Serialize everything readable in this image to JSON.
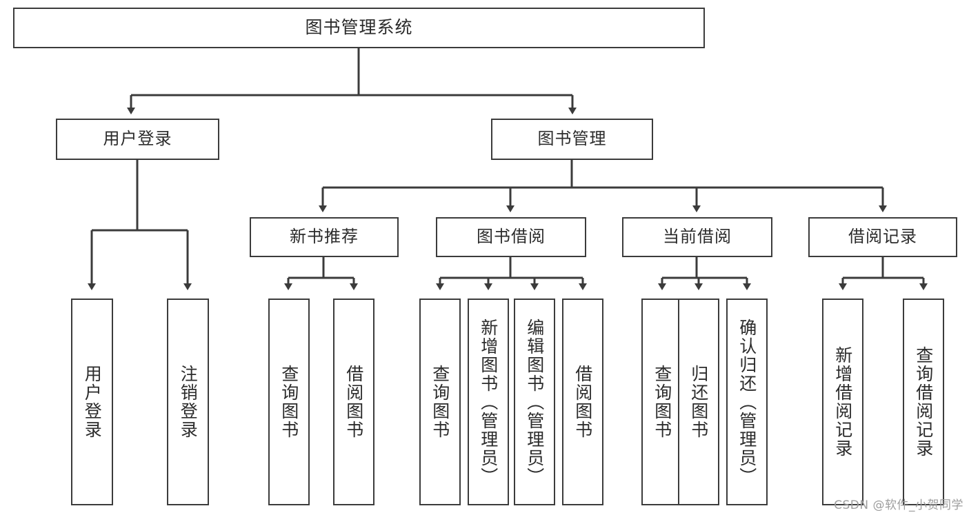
{
  "diagram": {
    "type": "tree-hierarchy",
    "title": "图书管理系统",
    "watermark": "CSDN @软件_小贺同学",
    "colors": {
      "box_border": "#3b3b3b",
      "box_fill": "#ffffff",
      "edge": "#3b3b3b",
      "text": "#2b2b2b",
      "watermark": "#9d9d9d"
    },
    "nodes": {
      "root": {
        "label": "图书管理系统",
        "level": 0
      },
      "l1": [
        {
          "id": "user_login",
          "label": "用户登录",
          "level": 1
        },
        {
          "id": "book_manage",
          "label": "图书管理",
          "level": 1
        }
      ],
      "l2": [
        {
          "id": "new_book_rec",
          "label": "新书推荐",
          "level": 2,
          "parent": "book_manage"
        },
        {
          "id": "book_borrow",
          "label": "图书借阅",
          "level": 2,
          "parent": "book_manage"
        },
        {
          "id": "current_borrow",
          "label": "当前借阅",
          "level": 2,
          "parent": "book_manage"
        },
        {
          "id": "borrow_record",
          "label": "借阅记录",
          "level": 2,
          "parent": "book_manage"
        }
      ],
      "leaves": [
        {
          "id": "leaf_user_login",
          "label": "用户登录",
          "parent": "user_login"
        },
        {
          "id": "leaf_user_logout",
          "label": "注销登录",
          "parent": "user_login"
        },
        {
          "id": "leaf_query_book_1",
          "label": "查询图书",
          "parent": "new_book_rec"
        },
        {
          "id": "leaf_borrow_book_1",
          "label": "借阅图书",
          "parent": "new_book_rec"
        },
        {
          "id": "leaf_query_book_2",
          "label": "查询图书",
          "parent": "book_borrow"
        },
        {
          "id": "leaf_add_book",
          "label": "新增图书（管理员）",
          "parent": "book_borrow"
        },
        {
          "id": "leaf_edit_book",
          "label": "编辑图书（管理员）",
          "parent": "book_borrow"
        },
        {
          "id": "leaf_borrow_book_2",
          "label": "借阅图书",
          "parent": "book_borrow"
        },
        {
          "id": "leaf_query_book_3",
          "label": "查询图书",
          "parent": "current_borrow"
        },
        {
          "id": "leaf_return_book",
          "label": "归还图书",
          "parent": "current_borrow"
        },
        {
          "id": "leaf_confirm_return",
          "label": "确认归还（管理员）",
          "parent": "current_borrow"
        },
        {
          "id": "leaf_add_record",
          "label": "新增借阅记录",
          "parent": "borrow_record"
        },
        {
          "id": "leaf_query_record",
          "label": "查询借阅记录",
          "parent": "borrow_record"
        }
      ]
    }
  }
}
